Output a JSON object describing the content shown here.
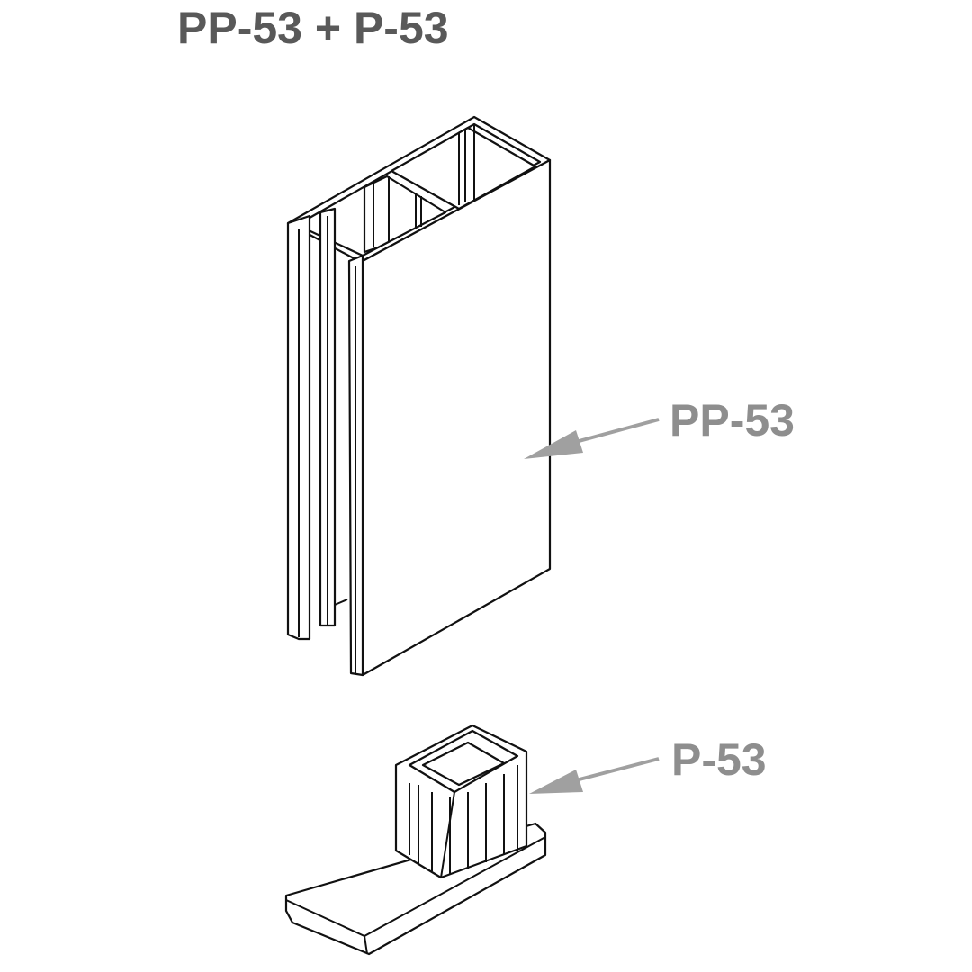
{
  "title": "PP-53 + P-53",
  "labels": {
    "profile": "PP-53",
    "plug": "P-53"
  },
  "colors": {
    "title": "#595959",
    "label": "#8e8e8e",
    "arrow": "#a0a0a0"
  }
}
